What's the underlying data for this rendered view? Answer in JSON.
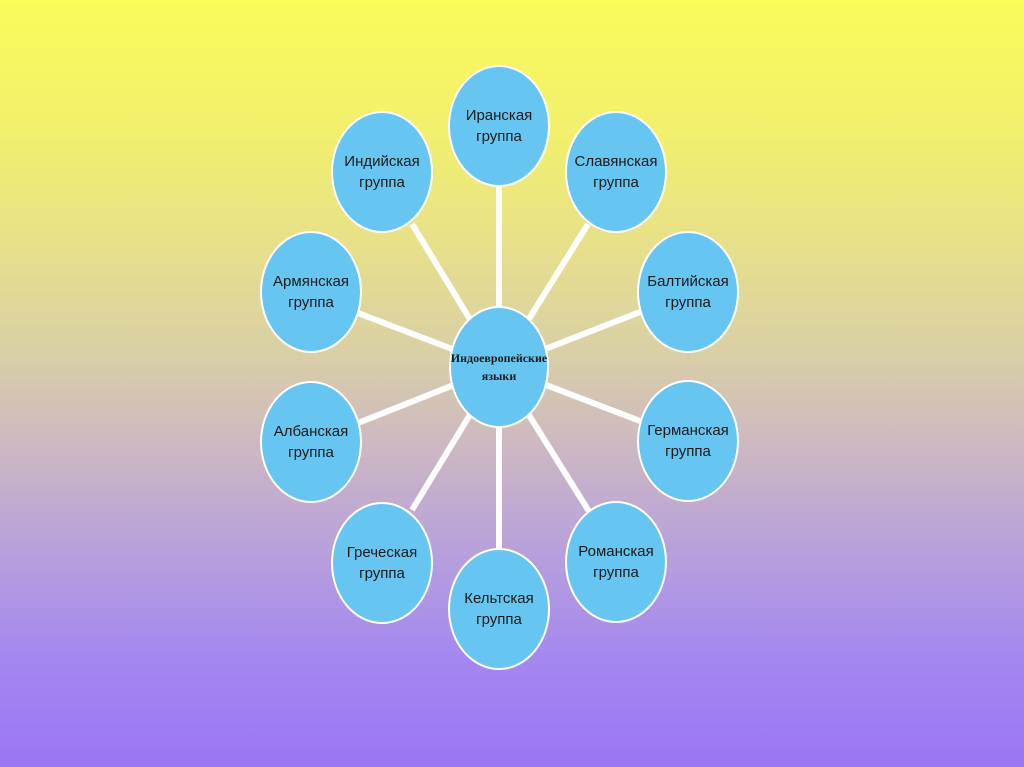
{
  "colors": {
    "node_fill": "#67c6f1",
    "node_border": "#ffffff",
    "connector": "#ffffff"
  },
  "diagram": {
    "center": {
      "label": "Индоевропейские\nязыки"
    },
    "nodes": [
      {
        "id": "iranian",
        "label": "Иранская\nгруппа"
      },
      {
        "id": "slavic",
        "label": "Славянская\nгруппа"
      },
      {
        "id": "baltic",
        "label": "Балтийская\nгруппа"
      },
      {
        "id": "germanic",
        "label": "Германская\nгруппа"
      },
      {
        "id": "romance",
        "label": "Романская\nгруппа"
      },
      {
        "id": "celtic",
        "label": "Кельтская\nгруппа"
      },
      {
        "id": "greek",
        "label": "Греческая\nгруппа"
      },
      {
        "id": "albanian",
        "label": "Албанская\nгруппа"
      },
      {
        "id": "armenian",
        "label": "Армянская\nгруппа"
      },
      {
        "id": "indian",
        "label": "Индийская\nгруппа"
      }
    ]
  }
}
